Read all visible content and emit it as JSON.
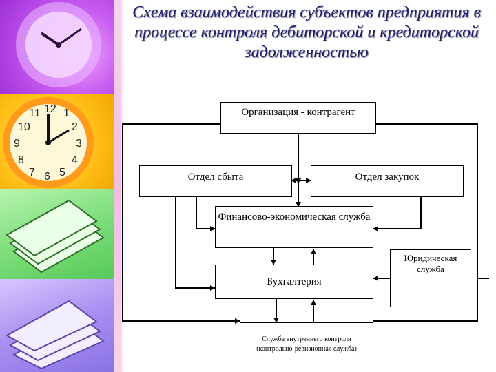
{
  "title": "Схема взаимодействия субъектов предприятия в процессе контроля дебиторской и кредиторской задолженностью",
  "nodes": {
    "counterparty": "Организация - контрагент",
    "sales": "Отдел сбыта",
    "purchasing": "Отдел закупок",
    "finance": "Финансово-экономическая служба",
    "accounting": "Бухгалтерия",
    "legal": "Юридическая служба",
    "internal_control": "Служба внутреннего контроля (контрольно-ревизионная служба)"
  },
  "clock_numbers": [
    "11",
    "12",
    "1",
    "10",
    "2",
    "9",
    "3",
    "8",
    "4",
    "7",
    "6",
    "5"
  ],
  "colors": {
    "title": "#1f1f6a",
    "box_border": "#000000",
    "lines": "#000000"
  },
  "decorations": [
    "purple-clock",
    "yellow-clock",
    "green-papers",
    "purple-papers"
  ]
}
